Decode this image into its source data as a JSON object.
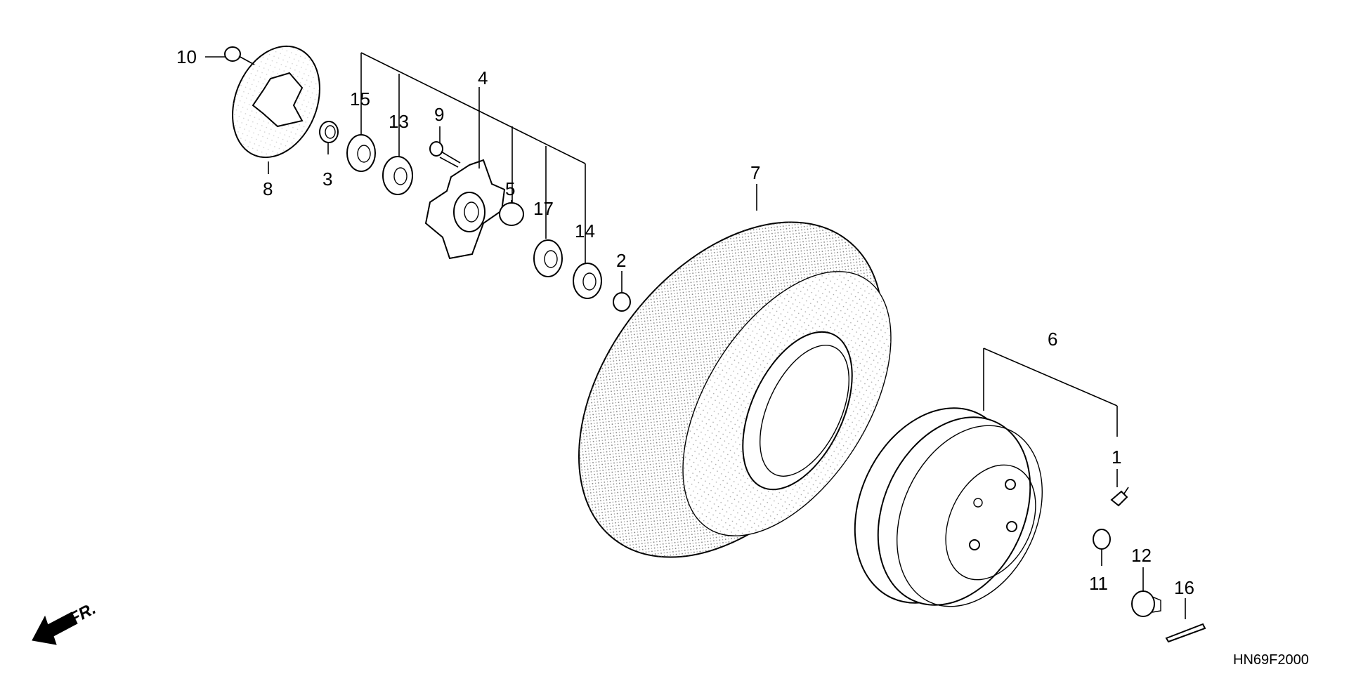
{
  "diagram": {
    "drawing_code": "HN69F2000",
    "direction_label": "FR.",
    "callouts": {
      "p1": "1",
      "p2": "2",
      "p3": "3",
      "p4": "4",
      "p5": "5",
      "p6": "6",
      "p7": "7",
      "p8": "8",
      "p9": "9",
      "p10": "10",
      "p11": "11",
      "p12": "12",
      "p13": "13",
      "p14": "14",
      "p15": "15",
      "p16": "16",
      "p17": "17"
    }
  }
}
